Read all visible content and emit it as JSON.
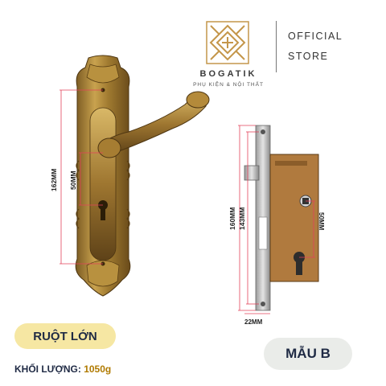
{
  "brand": {
    "name": "BOGATIK",
    "tagline": "PHỤ KIỆN & NỘI THẤT",
    "official_line1": "OFFICIAL",
    "official_line2": "STORE",
    "accent_color": "#c4964a"
  },
  "handle_dimensions": {
    "height_label": "162MM",
    "hole_spacing_label": "50MM"
  },
  "lock_body_dimensions": {
    "height_label": "160MM",
    "faceplate_label": "143MM",
    "backset_label": "50MM",
    "width_label": "22MM"
  },
  "badges": {
    "core": "RUỘT LỚN",
    "weight_label": "KHỐI LƯỢNG:",
    "weight_value": "1050g",
    "model": "MẪU B"
  },
  "icons": {
    "logo": "bogatik-logo-icon"
  }
}
